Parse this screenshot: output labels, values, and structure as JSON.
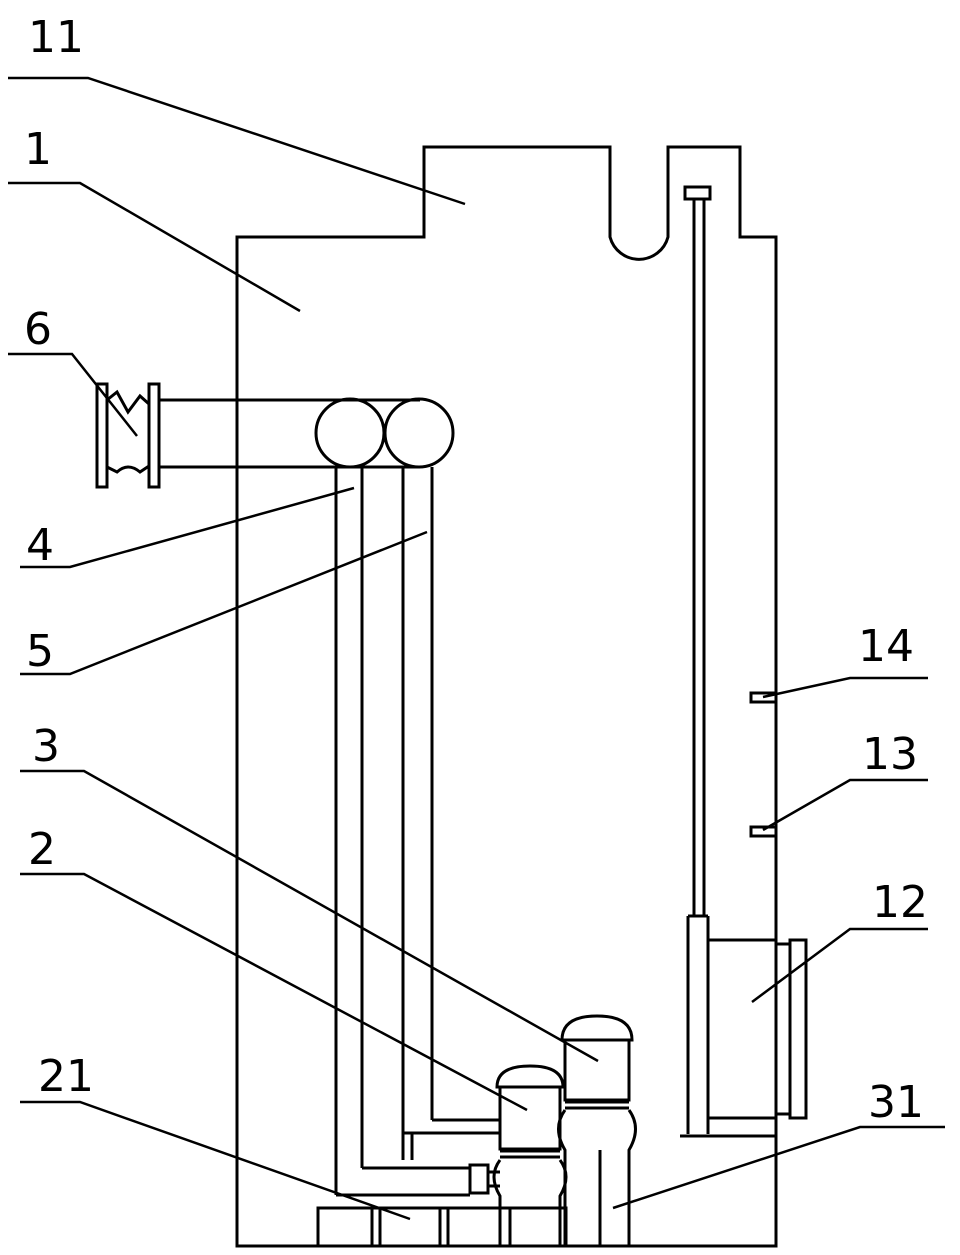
{
  "labels": {
    "l11": "11",
    "l1": "1",
    "l6": "6",
    "l4": "4",
    "l5": "5",
    "l14": "14",
    "l3": "3",
    "l13": "13",
    "l2": "2",
    "l12": "12",
    "l21": "21",
    "l31": "31"
  },
  "colors": {
    "line": "#000000",
    "background": "#ffffff"
  }
}
